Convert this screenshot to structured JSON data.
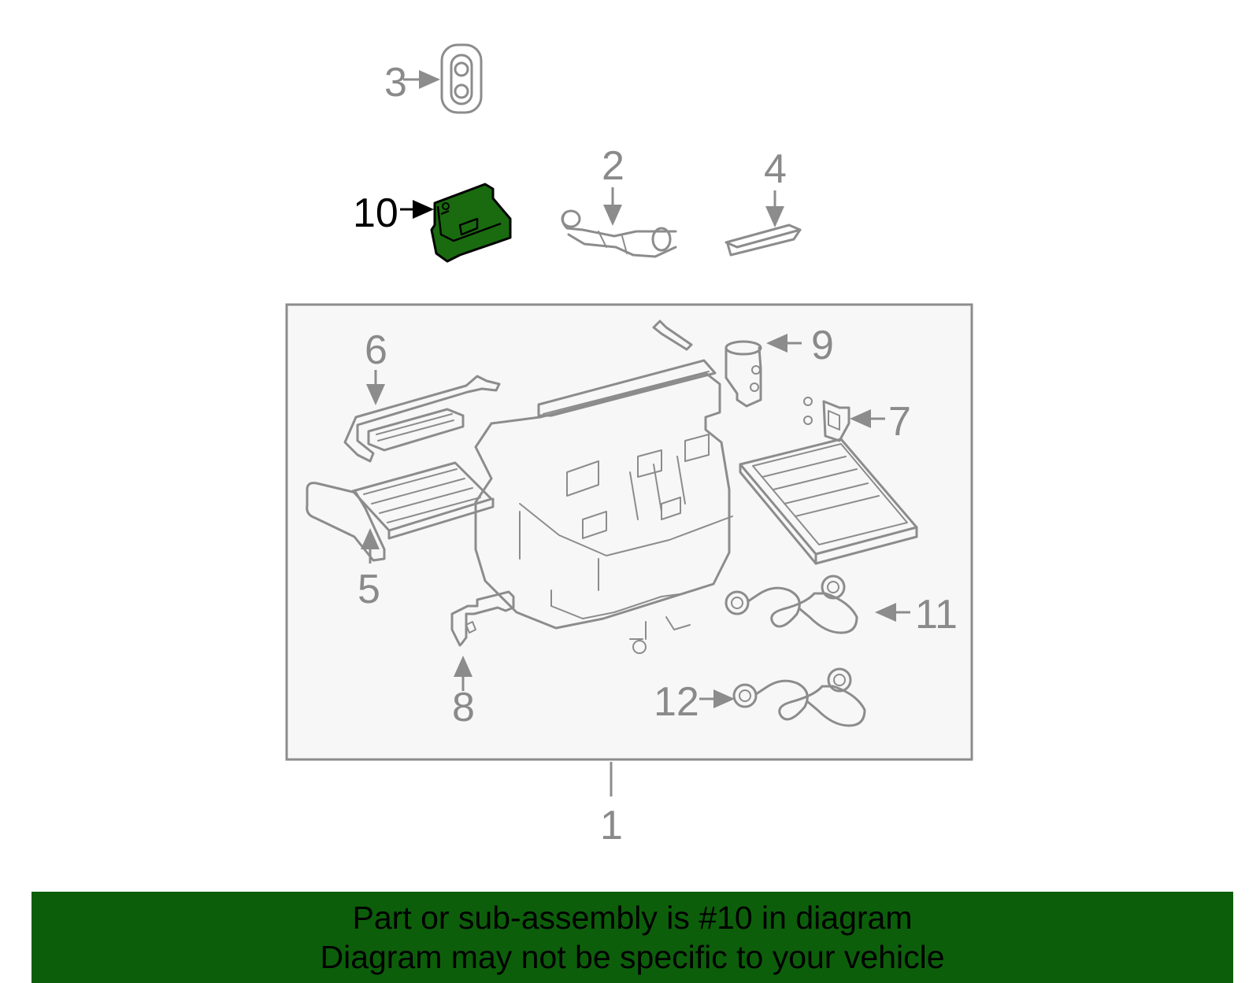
{
  "callouts": {
    "c1": "1",
    "c2": "2",
    "c3": "3",
    "c4": "4",
    "c5": "5",
    "c6": "6",
    "c7": "7",
    "c8": "8",
    "c9": "9",
    "c10": "10",
    "c11": "11",
    "c12": "12"
  },
  "highlighted_part": "10",
  "colors": {
    "highlight_fill": "#1a6b10",
    "part_stroke": "#8c8c8c",
    "panel_fill": "#f7f7f7",
    "footer_bg": "#0d5e0b"
  },
  "footer": {
    "line1": "Part or sub-assembly is #10 in diagram",
    "line2": "Diagram may not be specific to your vehicle"
  }
}
